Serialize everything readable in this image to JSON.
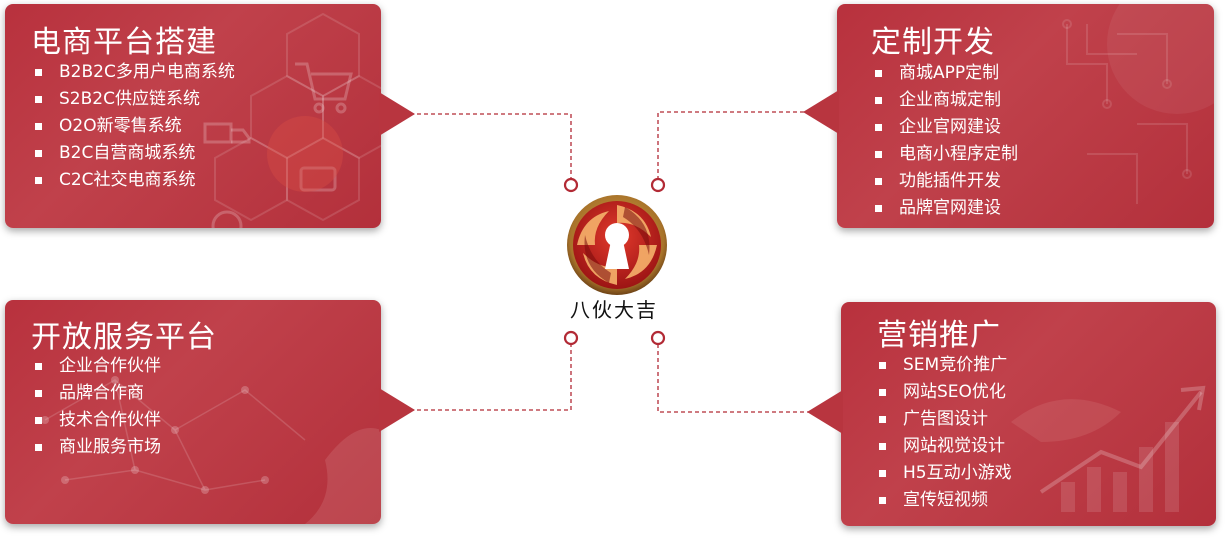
{
  "colors": {
    "panel": "#b8313d",
    "connector": "#b22a35",
    "text": "#ffffff",
    "brand_text": "#111111"
  },
  "center": {
    "brand_name": "八伙大吉",
    "logo_icon": "keyhole-swirl-logo-icon"
  },
  "panels": {
    "ecommerce": {
      "title": "电商平台搭建",
      "items": [
        "B2B2C多用户电商系统",
        "S2B2C供应链系统",
        "O2O新零售系统",
        "B2C自营商城系统",
        "C2C社交电商系统"
      ]
    },
    "custom_dev": {
      "title": "定制开发",
      "items": [
        "商城APP定制",
        "企业商城定制",
        "企业官网建设",
        "电商小程序定制",
        "功能插件开发",
        "品牌官网建设"
      ]
    },
    "open_service": {
      "title": "开放服务平台",
      "items": [
        "企业合作伙伴",
        "品牌合作商",
        "技术合作伙伴",
        "商业服务市场"
      ]
    },
    "marketing": {
      "title": "营销推广",
      "items": [
        "SEM竞价推广",
        "网站SEO优化",
        "广告图设计",
        "网站视觉设计",
        "H5互动小游戏",
        "宣传短视频"
      ]
    }
  }
}
